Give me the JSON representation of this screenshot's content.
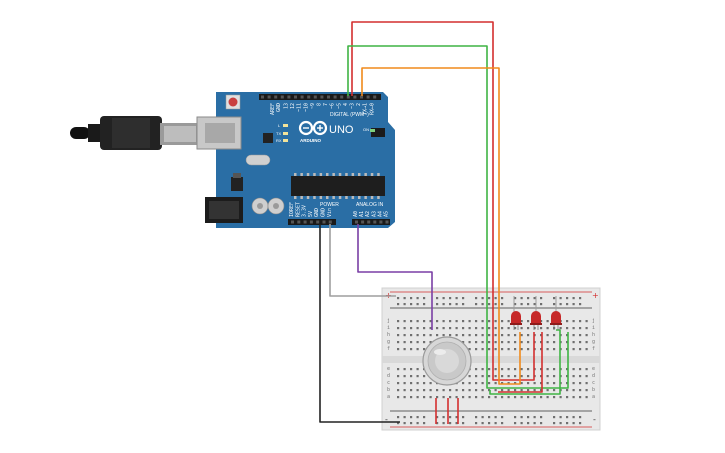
{
  "arduino": {
    "logo_text": "ARDUINO",
    "model": "UNO",
    "digital_label": "DIGITAL (PWM~)",
    "power_label": "POWER",
    "analog_label": "ANALOG IN",
    "tx_label": "TX",
    "rx_label": "RX",
    "l_label": "L",
    "on_label": "ON",
    "aref_label": "AREF",
    "gnd_label": "GND",
    "digital_pins": [
      "13",
      "12",
      "~11",
      "~10",
      "~9",
      "8",
      "7",
      "~6",
      "~5",
      "4",
      "~3",
      "2",
      "TX→1",
      "RX←0"
    ],
    "power_pins": [
      "IOREF",
      "RESET",
      "3.3V",
      "5V",
      "GND",
      "GND",
      "Vin"
    ],
    "analog_pins": [
      "A0",
      "A1",
      "A2",
      "A3",
      "A4",
      "A5"
    ]
  },
  "breadboard": {
    "row_letters_top": [
      "j",
      "i",
      "h",
      "g",
      "f"
    ],
    "row_letters_bottom": [
      "e",
      "d",
      "c",
      "b",
      "a"
    ],
    "plus": "+",
    "minus": "-"
  },
  "colors": {
    "pcb": "#2a6ea5",
    "wire_red": "#d32f2f",
    "wire_green": "#3fb444",
    "wire_orange": "#f08a1c",
    "wire_purple": "#7a3fa5",
    "wire_gray": "#9e9e9e",
    "wire_black": "#222222",
    "led_red": "#c62828"
  },
  "icons": [
    "usb-cable-icon",
    "gas-sensor-icon",
    "led-icon"
  ]
}
